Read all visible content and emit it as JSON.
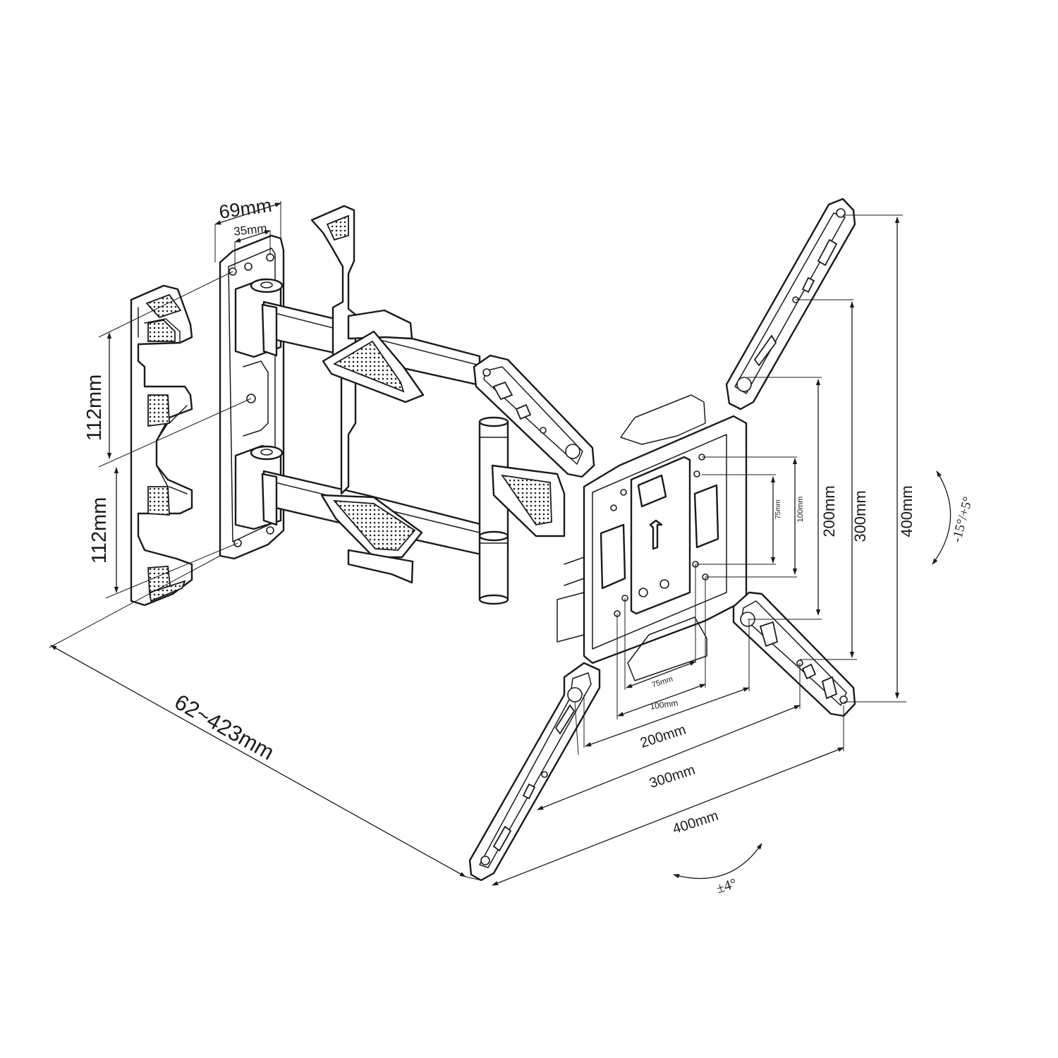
{
  "diagram": {
    "dimensions": {
      "plate_width": "69mm",
      "plate_hole_spacing": "35mm",
      "plate_upper_spacing": "112mm",
      "plate_lower_spacing": "112mm",
      "extension": "62~423mm",
      "h_75": "75mm",
      "h_100": "100mm",
      "h_200": "200mm",
      "h_300": "300mm",
      "h_400": "400mm",
      "v_75": "75mm",
      "v_100": "100mm",
      "v_200": "200mm",
      "v_300": "300mm",
      "v_400": "400mm"
    },
    "angles": {
      "tilt": "-15°/+5°",
      "rotation": "±4°"
    }
  }
}
